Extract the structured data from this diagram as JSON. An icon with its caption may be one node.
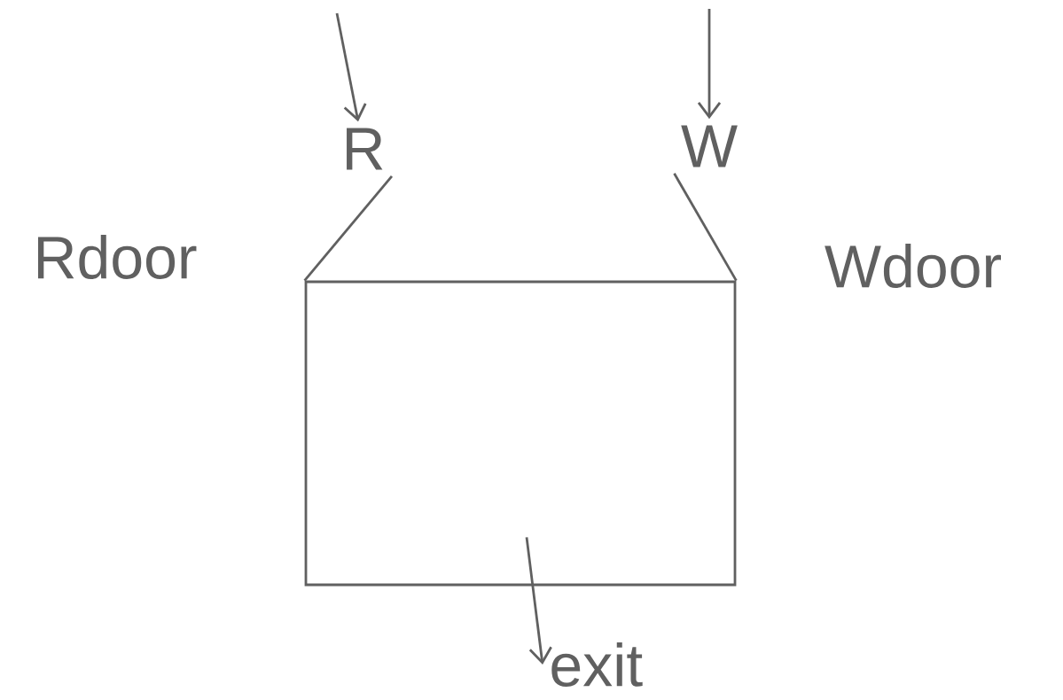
{
  "diagram": {
    "nodes": [
      {
        "text": [
          "R"
        ]
      },
      {
        "text": [
          "W"
        ]
      },
      {
        "text": [
          "Rdoor"
        ]
      },
      {
        "text": [
          "Wdoor"
        ]
      },
      {
        "text": [],
        "shape": "box"
      },
      {
        "text": [
          "exit"
        ]
      }
    ],
    "edges": [
      {
        "from": null,
        "to": 0,
        "arrow": "to"
      },
      {
        "from": null,
        "to": 1,
        "arrow": "to"
      },
      {
        "from": 0,
        "to": 4,
        "arrow": "none"
      },
      {
        "from": 1,
        "to": 4,
        "arrow": "none"
      },
      {
        "from": 4,
        "to": 5,
        "arrow": "to"
      }
    ]
  }
}
